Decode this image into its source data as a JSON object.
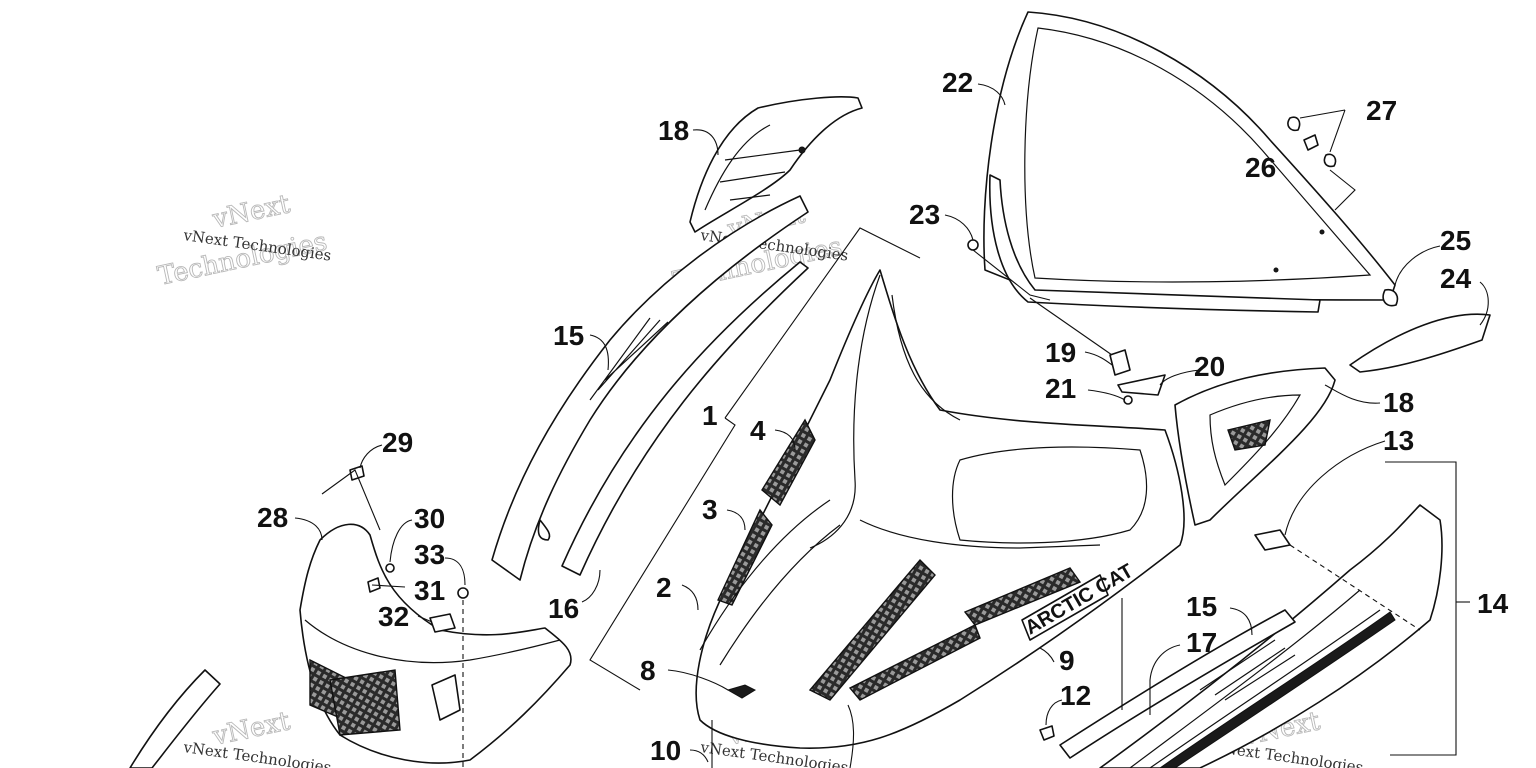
{
  "callouts": {
    "c1": "1",
    "c2": "2",
    "c3": "3",
    "c4": "4",
    "c8": "8",
    "c9": "9",
    "c10": "10",
    "c12": "12",
    "c13": "13",
    "c14": "14",
    "c15a": "15",
    "c15b": "15",
    "c16": "16",
    "c17": "17",
    "c18a": "18",
    "c18b": "18",
    "c19": "19",
    "c20": "20",
    "c21": "21",
    "c22": "22",
    "c23": "23",
    "c24": "24",
    "c25": "25",
    "c26": "26",
    "c27": "27",
    "c28": "28",
    "c29": "29",
    "c30": "30",
    "c31": "31",
    "c32": "32",
    "c33": "33"
  },
  "logo": {
    "text": "ARCTIC CAT"
  },
  "watermark": {
    "line1": "vNext",
    "line2": "Technologies",
    "small": "vNext Technologies"
  },
  "colors": {
    "ink": "#111111",
    "watermark": "#b8b8b8",
    "background": "#ffffff"
  }
}
